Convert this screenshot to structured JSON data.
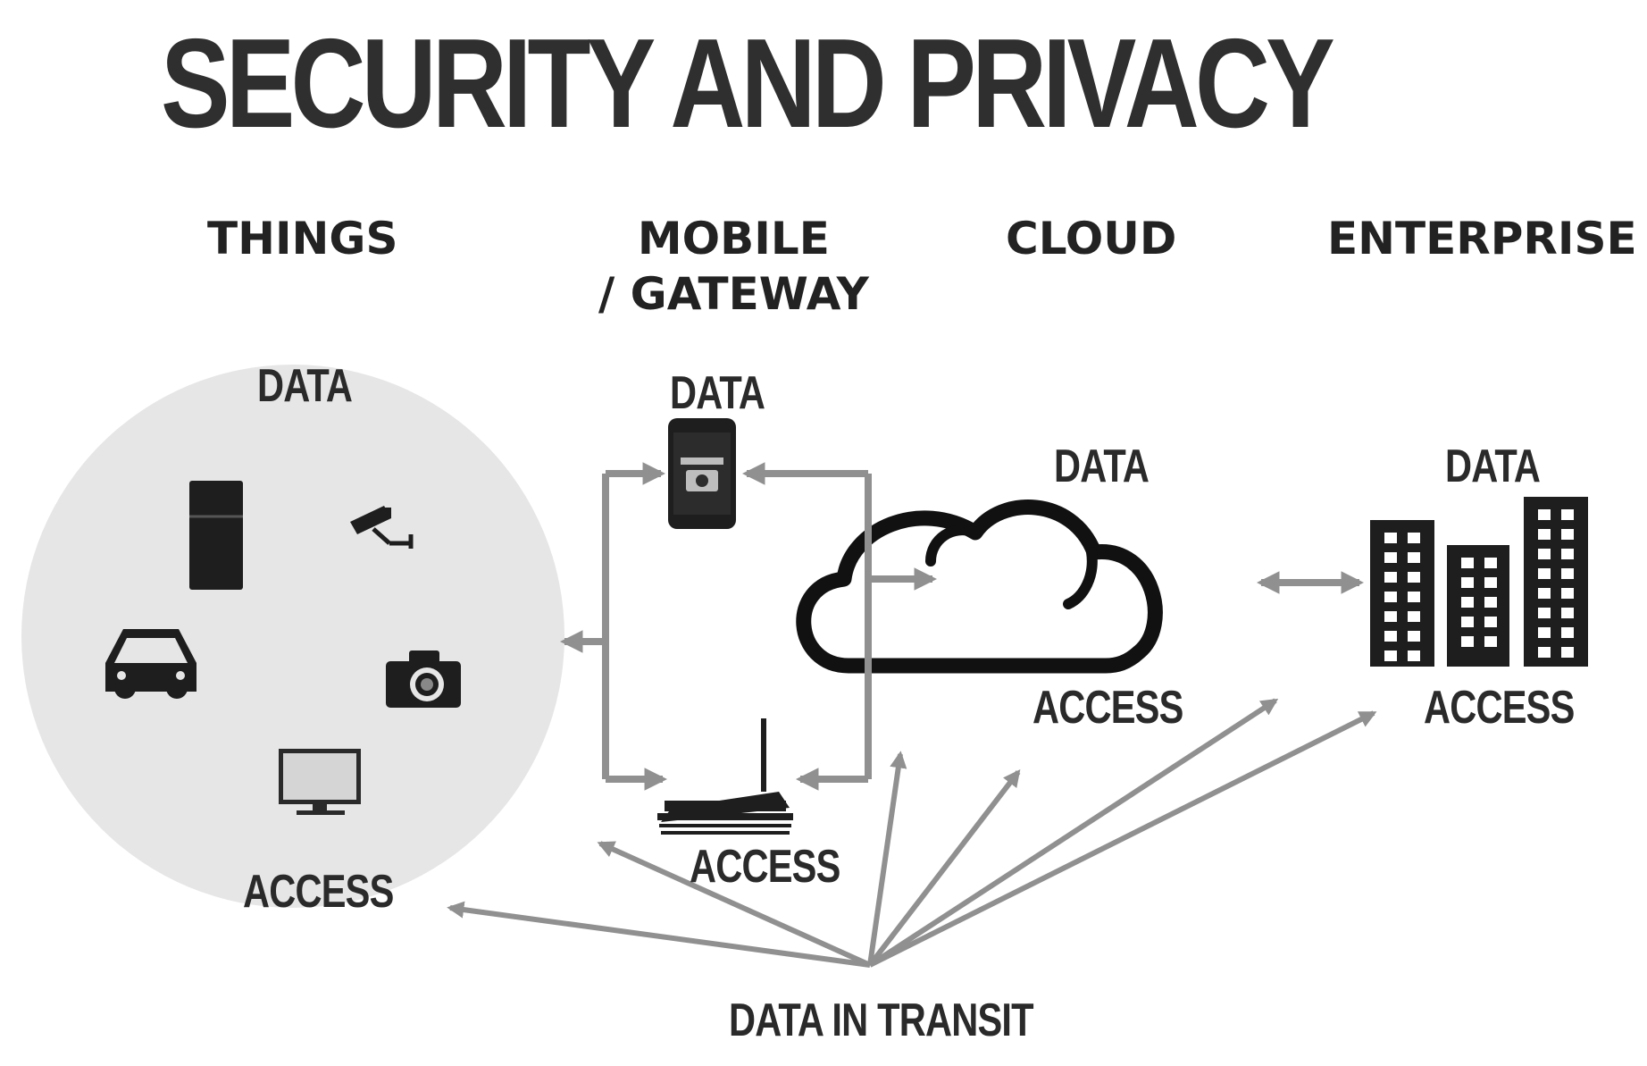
{
  "title": "SECURITY AND PRIVACY",
  "columns": {
    "things": "THINGS",
    "mobile_line1": "MOBILE",
    "mobile_line2": "/ GATEWAY",
    "cloud": "CLOUD",
    "enterprise": "ENTERPRISE"
  },
  "labels": {
    "things_data": "DATA",
    "things_access": "ACCESS",
    "mobile_data": "DATA",
    "gateway_access": "ACCESS",
    "cloud_data": "DATA",
    "cloud_access": "ACCESS",
    "enterprise_data": "DATA",
    "enterprise_access": "ACCESS",
    "transit": "DATA IN TRANSIT"
  },
  "colors": {
    "circle_fill": "#e6e6e6",
    "arrow": "#909090",
    "icon": "#1e1e1e"
  }
}
